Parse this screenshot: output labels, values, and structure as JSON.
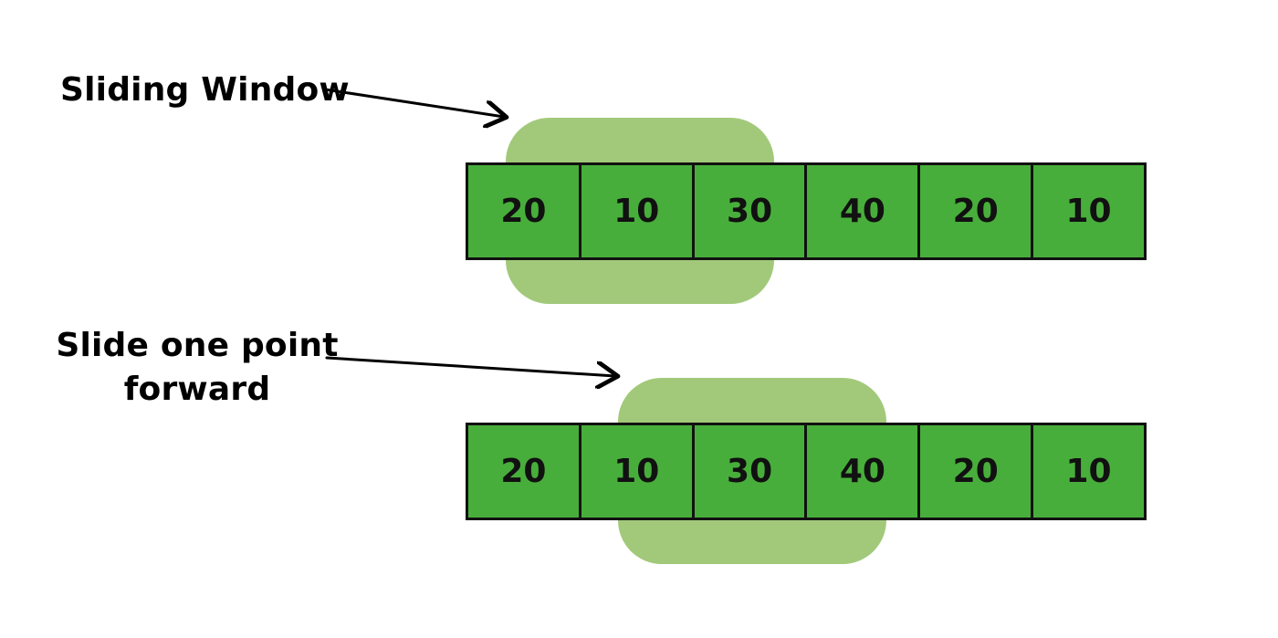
{
  "labels": {
    "sliding_window": "Sliding Window",
    "slide_forward_line1": "Slide one point",
    "slide_forward_line2": "forward"
  },
  "arrays": {
    "top": [
      "20",
      "10",
      "30",
      "40",
      "20",
      "10"
    ],
    "bottom": [
      "20",
      "10",
      "30",
      "40",
      "20",
      "10"
    ]
  },
  "windows": {
    "top": {
      "start_index": 0,
      "size": 3
    },
    "bottom": {
      "start_index": 1,
      "size": 3
    }
  },
  "colors": {
    "cell_fill": "#48ae3b",
    "window_fill": "#a2c97a",
    "border": "#111111",
    "text": "#000000",
    "background": "#ffffff"
  }
}
